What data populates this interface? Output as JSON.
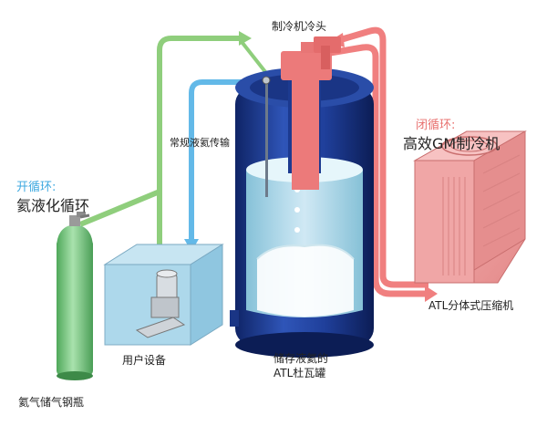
{
  "labels": {
    "cryocooler_head": "制冷机冷头",
    "closed_loop_title": "闭循环:",
    "closed_loop_desc": "高效GM制冷机",
    "open_loop_title": "开循环:",
    "open_loop_desc": "氦液化循环",
    "regular_transfer": "常规液氦传输",
    "user_equipment": "用户设备",
    "dewar_line1": "储存液氦的",
    "dewar_line2": "ATL杜瓦罐",
    "compressor": "ATL分体式压缩机",
    "gas_cylinder": "氦气储气钢瓶"
  },
  "colors": {
    "green_flow": "#8fce7c",
    "blue_flow": "#63b9e8",
    "red_flow": "#f07f7f",
    "closed_loop_text": "#e8706e",
    "open_loop_text": "#3fa9e0",
    "dewar_body": "#1d3a8a",
    "liquid_helium": "#bfe3ef",
    "compressor_body": "#f2a0a0",
    "cylinder_body": "#7fcf86",
    "user_box": "#a9d6ea"
  }
}
